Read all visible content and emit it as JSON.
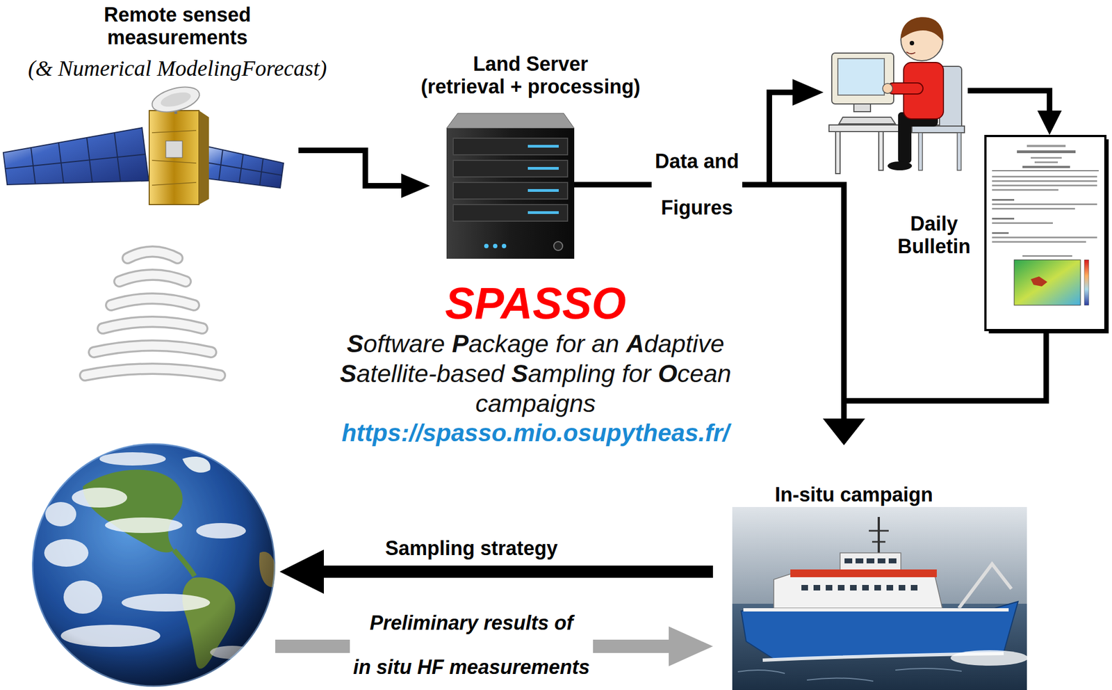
{
  "diagram": {
    "nodes": [
      {
        "text": [
          "Remote sensed measurements",
          "(& Numerical ModelingForecast)"
        ]
      },
      {
        "text": [
          "Land Server (retrieval + processing)"
        ]
      },
      {
        "text": []
      },
      {
        "text": [
          "Daily Bulletin"
        ]
      },
      {
        "text": []
      },
      {
        "text": [
          "In-situ campaign"
        ]
      }
    ],
    "edges": [
      {
        "from": 0,
        "to": 1,
        "arrow": "to"
      },
      {
        "from": 1,
        "to": 2,
        "label": "Data and Figures",
        "arrow": "to"
      },
      {
        "from": 1,
        "to": 5,
        "arrow": "to"
      },
      {
        "from": 2,
        "to": 3,
        "arrow": "to"
      },
      {
        "from": 3,
        "to": 5,
        "arrow": "to"
      },
      {
        "from": 5,
        "to": 4,
        "label": "Sampling strategy",
        "arrow": "to"
      },
      {
        "from": 4,
        "to": 5,
        "label": "Preliminary results of in situ HF measurements",
        "arrow": "to"
      }
    ],
    "labels": [
      "SPASSO",
      "Software Package for an Adaptive Satellite-based Sampling for Ocean campaigns",
      "https://spasso.mio.osupytheas.fr/"
    ]
  }
}
